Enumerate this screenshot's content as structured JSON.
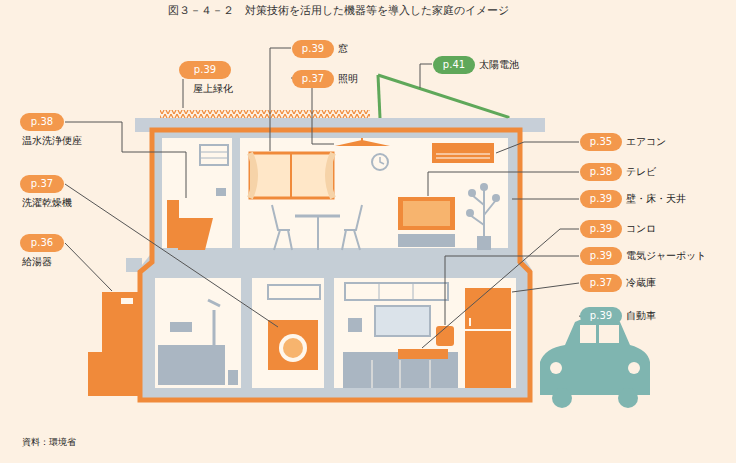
{
  "diagram": {
    "title": "図３－４－２　対策技術を活用した機器等を導入した家庭のイメージ",
    "caption": "資料：環境省",
    "nodes": [
      {
        "text": [
          "p.39",
          "屋上緑化"
        ]
      },
      {
        "text": [
          "p.39",
          "窓"
        ]
      },
      {
        "text": [
          "p.37",
          "照明"
        ]
      },
      {
        "text": [
          "p.41",
          "太陽電池"
        ]
      },
      {
        "text": [
          "p.38",
          "温水洗浄便座"
        ]
      },
      {
        "text": [
          "p.35",
          "エアコン"
        ]
      },
      {
        "text": [
          "p.38",
          "テレビ"
        ]
      },
      {
        "text": [
          "p.37",
          "洗濯乾燥機"
        ]
      },
      {
        "text": [
          "p.39",
          "壁・床・天井"
        ]
      },
      {
        "text": [
          "p.39",
          "コンロ"
        ]
      },
      {
        "text": [
          "p.36",
          "給湯器"
        ]
      },
      {
        "text": [
          "p.39",
          "電気ジャーポット"
        ]
      },
      {
        "text": [
          "p.37",
          "冷蔵庫"
        ]
      },
      {
        "text": [
          "p.39",
          "自動車"
        ]
      }
    ]
  }
}
